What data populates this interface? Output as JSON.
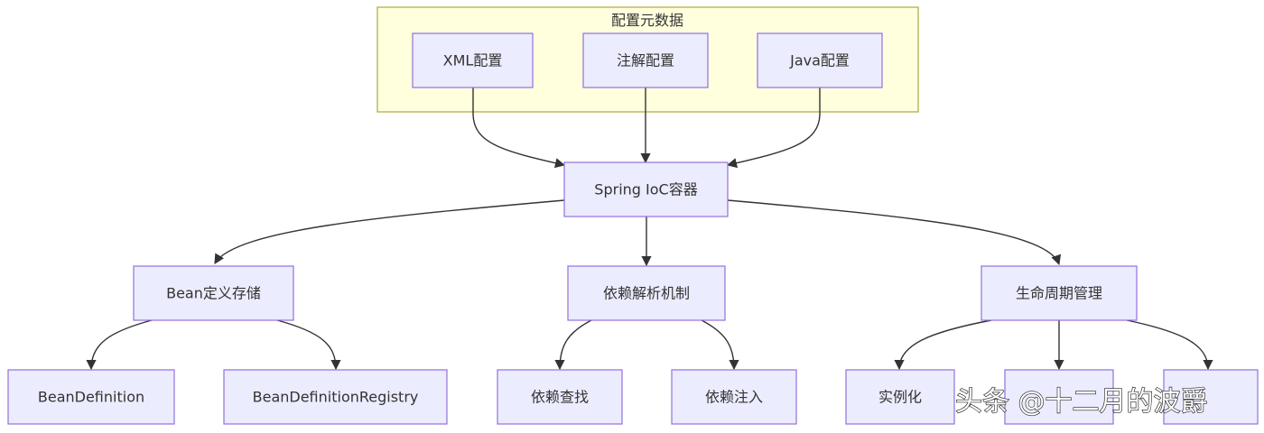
{
  "group": {
    "label": "配置元数据"
  },
  "nodes": {
    "xml": "XML配置",
    "annotation": "注解配置",
    "java": "Java配置",
    "container": "Spring IoC容器",
    "bean_store": "Bean定义存储",
    "dep_resolve": "依赖解析机制",
    "lifecycle": "生命周期管理",
    "bean_definition": "BeanDefinition",
    "bean_registry": "BeanDefinitionRegistry",
    "dep_lookup": "依赖查找",
    "dep_inject": "依赖注入",
    "instantiate": "实例化"
  },
  "watermark": {
    "text": "头条 @十二月的波爵"
  },
  "colors": {
    "node_fill": "#ececff",
    "node_border": "#9370db",
    "group_fill": "#ffffde",
    "group_border": "#aaaa33",
    "edge": "#333333"
  }
}
